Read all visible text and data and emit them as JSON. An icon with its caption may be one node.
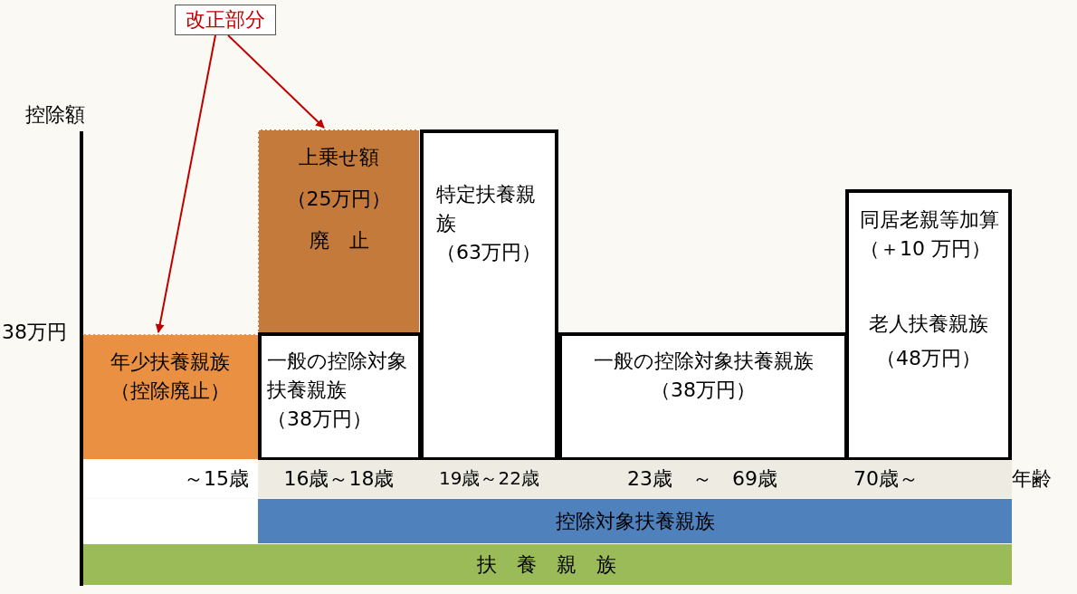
{
  "diagram": {
    "nodes": [
      {
        "text": [
          "改正部分"
        ]
      },
      {
        "text": [
          "上乗せ額",
          "（25万円）",
          "廃　止"
        ]
      },
      {
        "text": [
          "特定扶養親族",
          "（63万円）"
        ]
      },
      {
        "text": [
          "同居老親等加算（＋10 万円）"
        ]
      },
      {
        "text": [
          "年少扶養親族",
          "（控除廃止）"
        ]
      },
      {
        "text": [
          "一般の控除対象扶養親族",
          "（38万円）"
        ]
      },
      {
        "text": [
          "一般の控除対象扶養親族",
          "（38万円）"
        ]
      },
      {
        "text": [
          "老人扶養親族",
          "（48万円）"
        ]
      },
      {
        "text": [
          "控除対象扶養親族"
        ]
      },
      {
        "text": [
          "扶　養　親　族"
        ]
      }
    ],
    "edges": [
      {
        "from": 0,
        "to": 4,
        "arrow": "to"
      },
      {
        "from": 0,
        "to": 1,
        "arrow": "to"
      }
    ],
    "labels": [
      "控除額",
      "38万円",
      "～15歳",
      "16歳～18歳",
      "19歳～22歳",
      "23歳　～　69歳",
      "70歳～",
      "年齢"
    ]
  }
}
